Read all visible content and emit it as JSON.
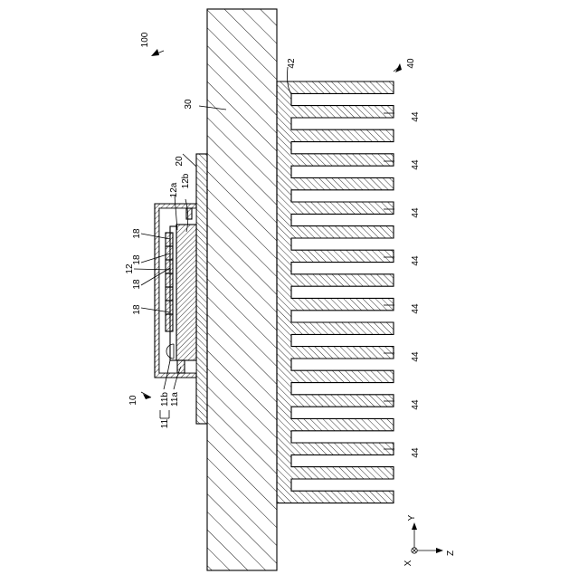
{
  "labels": {
    "assembly": "100",
    "module": "10",
    "case": "11",
    "case_part_a": "11a",
    "case_part_b": "11b",
    "board": "12",
    "board_side_a": "12a",
    "board_side_b": "12b",
    "component": "18",
    "interface": "20",
    "base": "30",
    "sink_base": "42",
    "heatsink": "40",
    "fin": "44"
  },
  "axes": {
    "x": "X",
    "y": "Y",
    "z": "Z"
  }
}
